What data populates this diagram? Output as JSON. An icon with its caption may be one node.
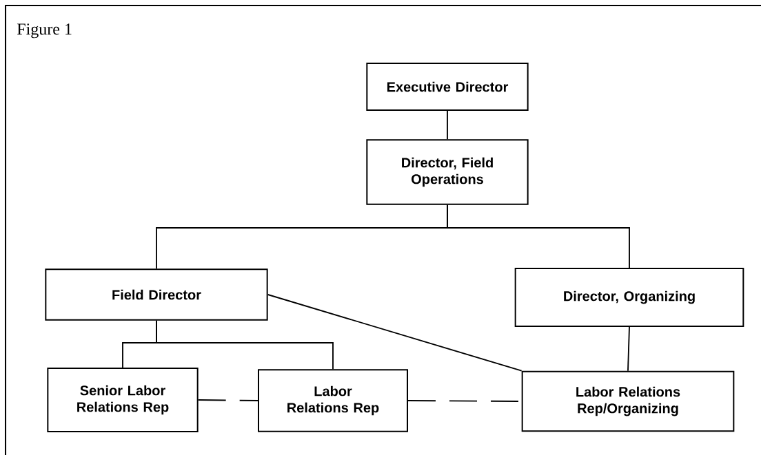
{
  "diagram": {
    "title": "Figure 1",
    "nodes": [
      {
        "text": [
          "Executive Director"
        ]
      },
      {
        "text": [
          "Director, Field Operations"
        ]
      },
      {
        "text": [
          "Field Director"
        ]
      },
      {
        "text": [
          "Director, Organizing"
        ]
      },
      {
        "text": [
          "Senior Labor Relations Rep"
        ]
      },
      {
        "text": [
          "Labor Relations Rep"
        ]
      },
      {
        "text": [
          "Labor Relations Rep/Organizing"
        ]
      }
    ],
    "edges": [
      {
        "from": 0,
        "to": 1,
        "arrow": "none"
      },
      {
        "from": 1,
        "to": 2,
        "arrow": "none"
      },
      {
        "from": 1,
        "to": 3,
        "arrow": "none"
      },
      {
        "from": 2,
        "to": 4,
        "arrow": "none"
      },
      {
        "from": 2,
        "to": 5,
        "arrow": "none"
      },
      {
        "from": 2,
        "to": 6,
        "arrow": "none"
      },
      {
        "from": 3,
        "to": 6,
        "arrow": "none"
      },
      {
        "from": 4,
        "to": 5,
        "arrow": "none",
        "style": "dashed"
      },
      {
        "from": 5,
        "to": 6,
        "arrow": "none",
        "style": "dashed"
      }
    ]
  }
}
